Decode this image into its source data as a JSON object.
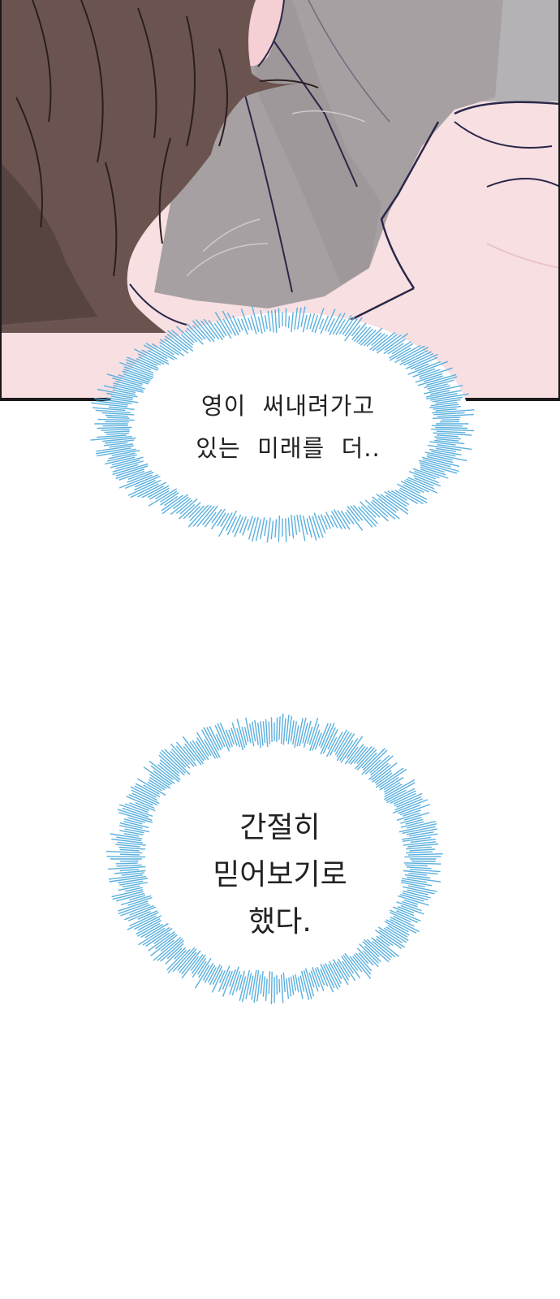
{
  "panel": {
    "description_colors": {
      "hair": "#6b5450",
      "hair_shadow": "#574340",
      "skin": "#f7dfe2",
      "skin_shadow": "#efcdd2",
      "sleeve": "#a7a0a2",
      "sleeve_dark": "#8f888b",
      "border": "#1a1a1a",
      "line": "#2a2748"
    }
  },
  "bubbles": [
    {
      "lines": [
        "영이  써내려가고",
        "있는  미래를  더.."
      ],
      "style": "burst",
      "ray_color": "#5ab0de"
    },
    {
      "lines": [
        "간절히",
        "믿어보기로",
        "했다."
      ],
      "style": "burst",
      "ray_color": "#5ab0de"
    }
  ]
}
